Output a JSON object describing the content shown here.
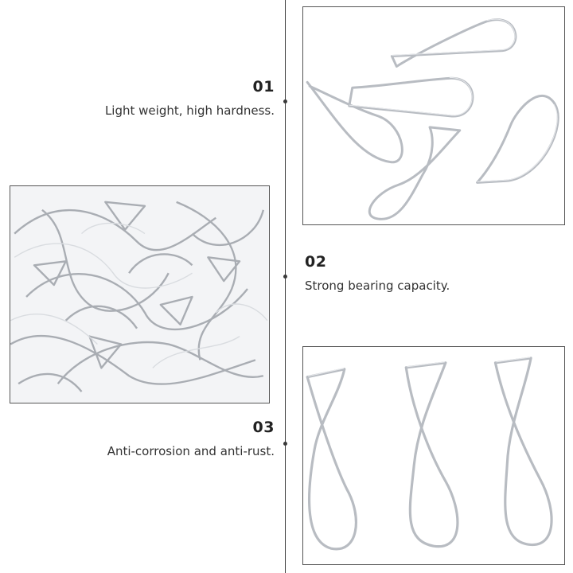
{
  "features": [
    {
      "number": "01",
      "text": "Light weight, high hardness."
    },
    {
      "number": "02",
      "text": "Strong bearing capacity."
    },
    {
      "number": "03",
      "text": "Anti-corrosion and anti-rust."
    }
  ],
  "images": {
    "bulk": "pile-of-clips-icon",
    "scattered": "scattered-clips-icon",
    "row": "three-clips-icon"
  },
  "colors": {
    "wire": "#b8bcc2",
    "wire_highlight": "#e6e8eb",
    "line": "#3a3a3a",
    "background": "#ffffff"
  }
}
